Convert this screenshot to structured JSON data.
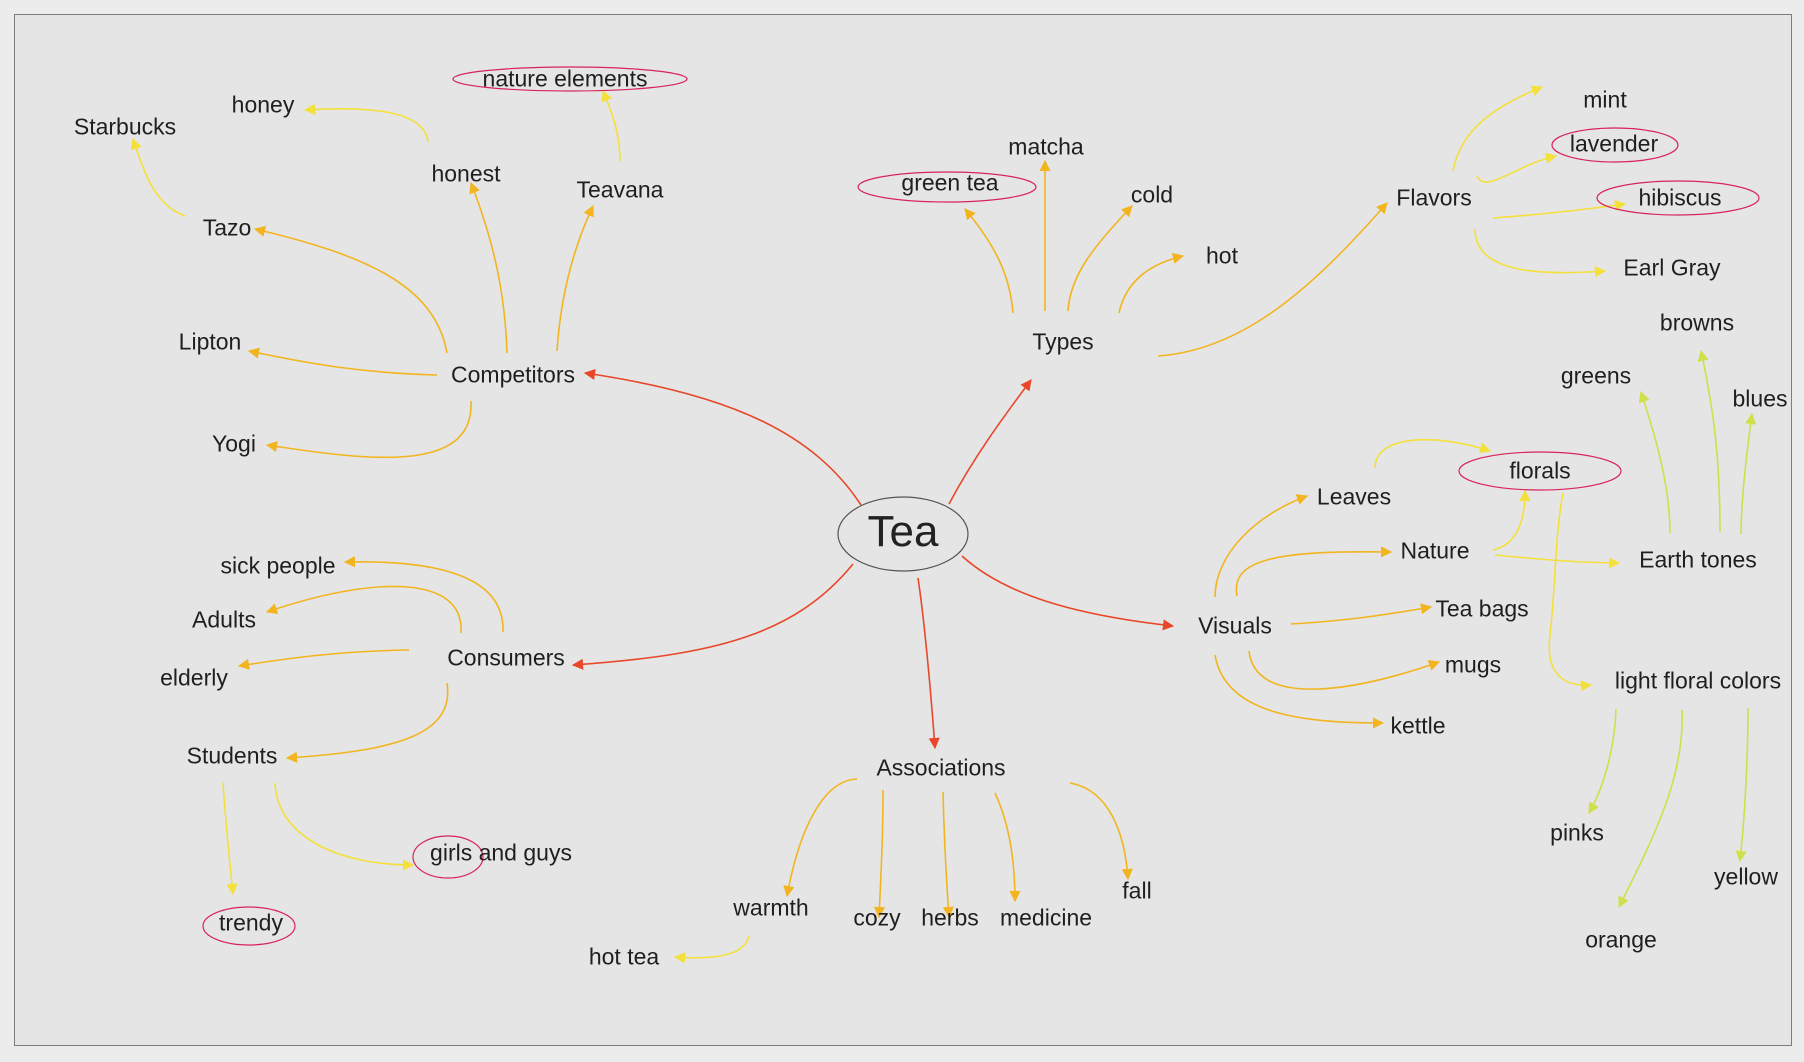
{
  "center": "Tea",
  "branches": {
    "competitors": "Competitors",
    "types": "Types",
    "visuals": "Visuals",
    "consumers": "Consumers",
    "associations": "Associations",
    "flavors": "Flavors"
  },
  "competitors": {
    "starbucks": "Starbucks",
    "honey": "honey",
    "nature_elements": "nature elements",
    "honest": "honest",
    "teavana": "Teavana",
    "tazo": "Tazo",
    "lipton": "Lipton",
    "yogi": "Yogi"
  },
  "types": {
    "matcha": "matcha",
    "green_tea": "green tea",
    "cold": "cold",
    "hot": "hot"
  },
  "flavors": {
    "mint": "mint",
    "lavender": "lavender",
    "hibiscus": "hibiscus",
    "earl_gray": "Earl Gray"
  },
  "visuals": {
    "browns": "browns",
    "greens": "greens",
    "blues": "blues",
    "florals": "florals",
    "leaves": "Leaves",
    "nature": "Nature",
    "earth_tones": "Earth tones",
    "tea_bags": "Tea bags",
    "mugs": "mugs",
    "light_floral_colors": "light floral colors",
    "kettle": "kettle",
    "pinks": "pinks",
    "yellow": "yellow",
    "orange": "orange"
  },
  "consumers": {
    "sick_people": "sick people",
    "adults": "Adults",
    "elderly": "elderly",
    "students": "Students",
    "girls_and_guys": "girls and guys",
    "trendy": "trendy"
  },
  "associations": {
    "warmth": "warmth",
    "hot_tea": "hot tea",
    "cozy": "cozy",
    "herbs": "herbs",
    "medicine": "medicine",
    "fall": "fall"
  },
  "colors": {
    "primary_edge": "#e8472a",
    "secondary_edge": "#f2b51f",
    "tertiary_edge": "#f4e03a",
    "green_edge": "#cfe04a",
    "highlight_ellipse": "#d8245a",
    "center_ellipse": "#555555"
  }
}
